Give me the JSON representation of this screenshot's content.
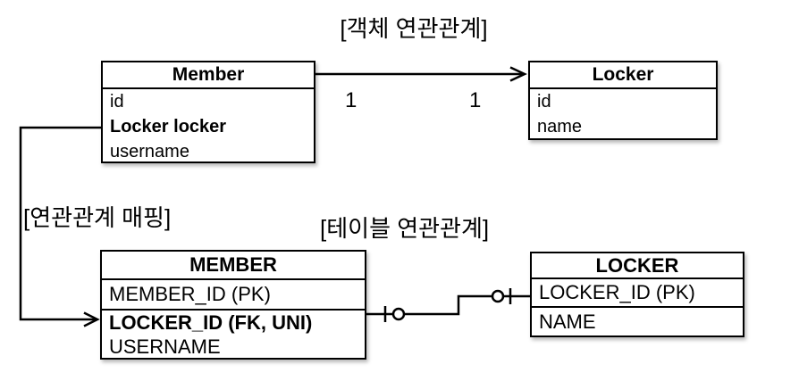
{
  "object_section": {
    "title": "[객체 연관관계]",
    "member_class": {
      "title": "Member",
      "fields": [
        "id",
        "Locker locker",
        "username"
      ]
    },
    "locker_class": {
      "title": "Locker",
      "fields": [
        "id",
        "name"
      ]
    },
    "multiplicity_left": "1",
    "multiplicity_right": "1"
  },
  "mapping_label": "[연관관계 매핑]",
  "table_section": {
    "title": "[테이블 연관관계]",
    "member_table": {
      "title": "MEMBER",
      "rows": [
        "MEMBER_ID (PK)",
        "LOCKER_ID (FK, UNI)",
        "USERNAME"
      ]
    },
    "locker_table": {
      "title": "LOCKER",
      "rows": [
        "LOCKER_ID (PK)",
        "NAME"
      ]
    }
  },
  "colors": {
    "line": "#000000",
    "background": "#ffffff"
  }
}
